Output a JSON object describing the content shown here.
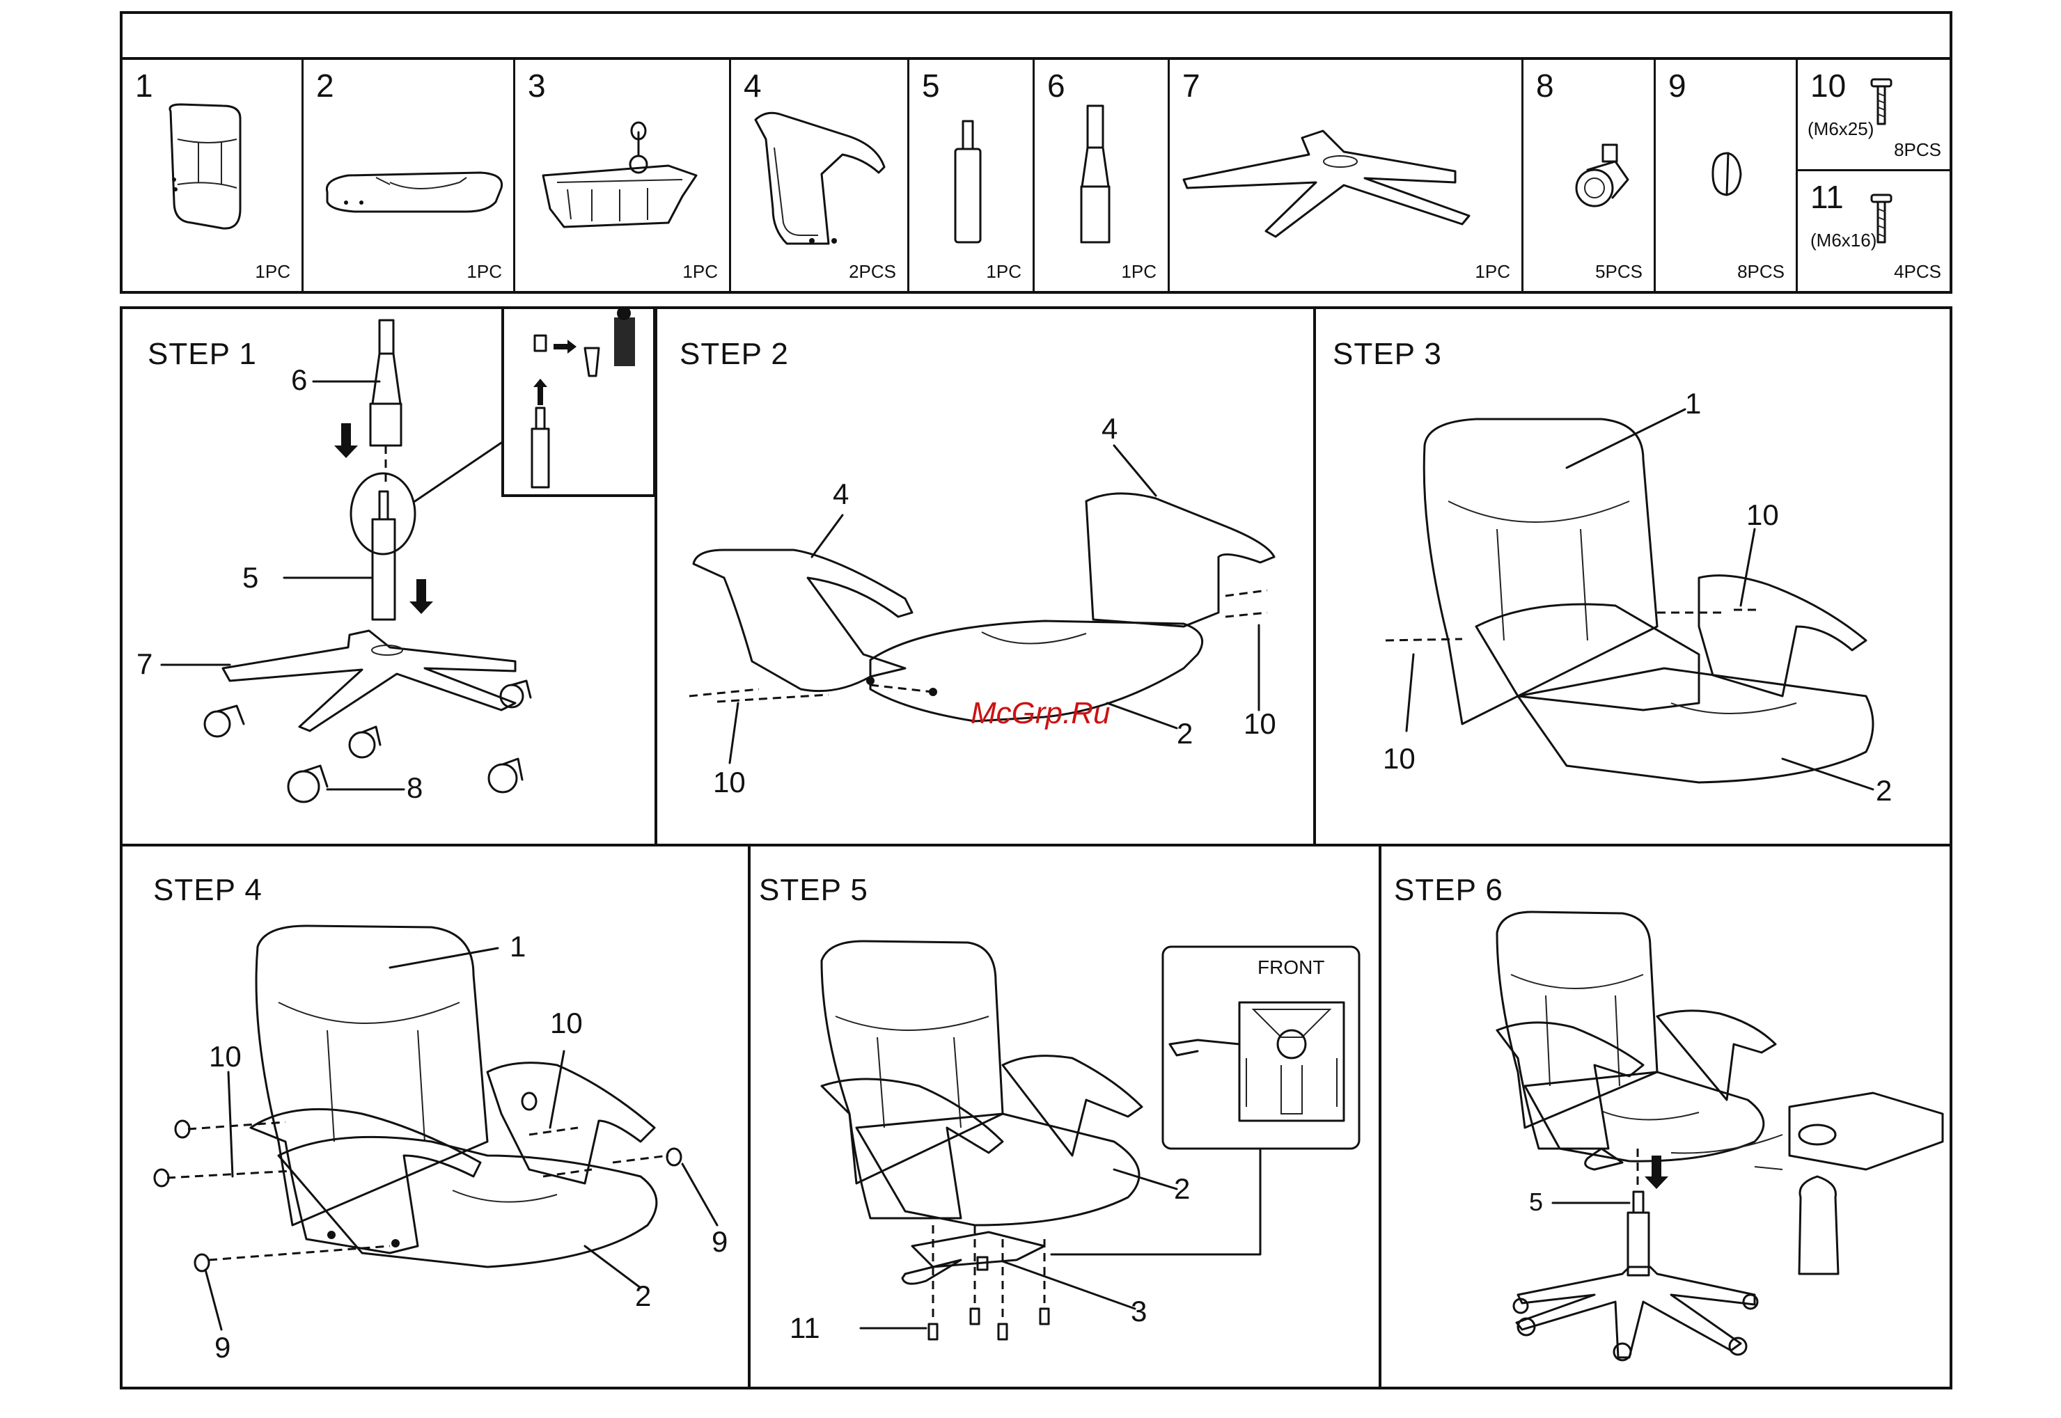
{
  "parts": [
    {
      "num": "1",
      "qty": "1PC",
      "icon": "backrest-icon"
    },
    {
      "num": "2",
      "qty": "1PC",
      "icon": "seat-icon"
    },
    {
      "num": "3",
      "qty": "1PC",
      "icon": "tilt-mechanism-icon"
    },
    {
      "num": "4",
      "qty": "2PCS",
      "icon": "armrest-icon"
    },
    {
      "num": "5",
      "qty": "1PC",
      "icon": "gas-lift-icon"
    },
    {
      "num": "6",
      "qty": "1PC",
      "icon": "gas-lift-cover-icon"
    },
    {
      "num": "7",
      "qty": "1PC",
      "icon": "five-star-base-icon"
    },
    {
      "num": "8",
      "qty": "5PCS",
      "icon": "caster-icon"
    },
    {
      "num": "9",
      "qty": "8PCS",
      "icon": "screw-cap-icon"
    },
    {
      "num": "10",
      "spec": "(M6x25)",
      "qty": "8PCS",
      "icon": "screw-icon"
    },
    {
      "num": "11",
      "spec": "(M6x16)",
      "qty": "4PCS",
      "icon": "screw-icon"
    }
  ],
  "steps": [
    {
      "title": "STEP 1",
      "callouts": [
        "6",
        "5",
        "7",
        "8"
      ]
    },
    {
      "title": "STEP 2",
      "callouts": [
        "4",
        "4",
        "10",
        "10",
        "2"
      ]
    },
    {
      "title": "STEP 3",
      "callouts": [
        "1",
        "10",
        "10",
        "2"
      ]
    },
    {
      "title": "STEP 4",
      "callouts": [
        "1",
        "10",
        "10",
        "9",
        "9",
        "2"
      ]
    },
    {
      "title": "STEP 5",
      "callouts": [
        "2",
        "3",
        "11"
      ],
      "inset_label": "FRONT"
    },
    {
      "title": "STEP 6",
      "callouts": [
        "5"
      ]
    }
  ],
  "watermark": "McGrp.Ru"
}
